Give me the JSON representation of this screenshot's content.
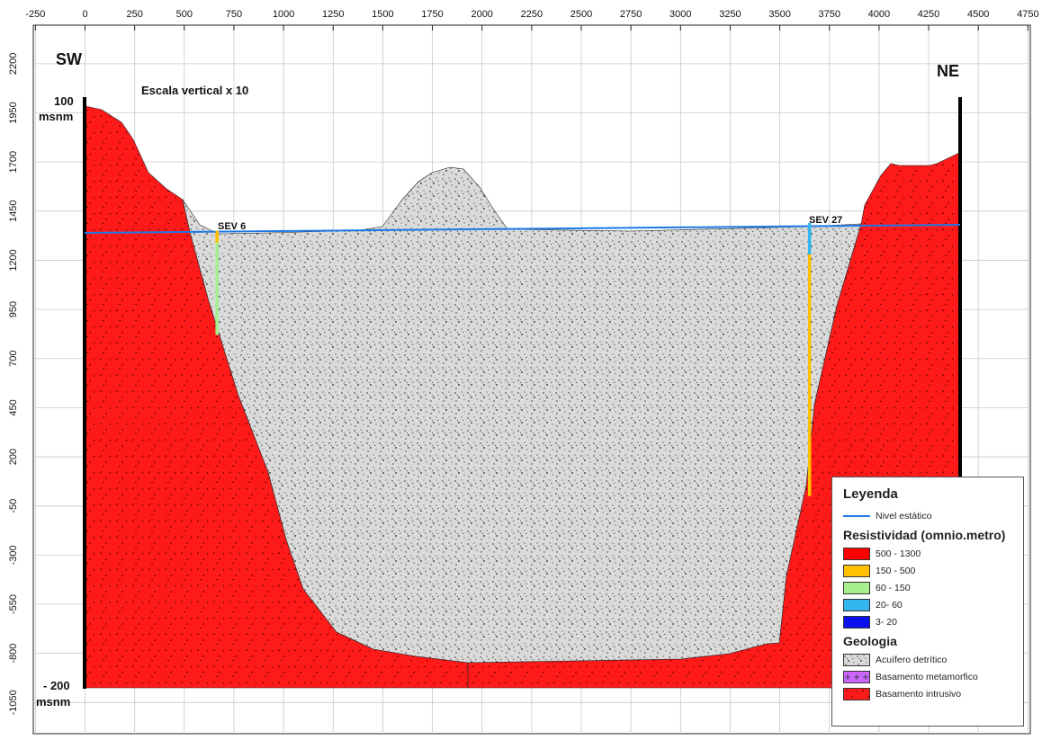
{
  "colors": {
    "basement": "#ff1a1a",
    "aquifer": "#dadada",
    "water_table": "#1e78e6",
    "grid": "#c8c8c8"
  },
  "axes": {
    "x_ticks": [
      "-250",
      "0",
      "250",
      "500",
      "750",
      "1000",
      "1250",
      "1500",
      "1750",
      "2000",
      "2250",
      "2500",
      "2750",
      "3000",
      "3250",
      "3500",
      "3750",
      "4000",
      "4250",
      "4500",
      "4750"
    ],
    "y_ticks": [
      "2200",
      "1950",
      "1700",
      "1450",
      "1200",
      "950",
      "700",
      "450",
      "200",
      "-50",
      "-300",
      "-550",
      "-800",
      "-1050"
    ]
  },
  "labels": {
    "sw": "SW",
    "ne": "NE",
    "top_value": "100",
    "top_unit": "msnm",
    "bottom_value": "- 200",
    "bottom_unit": "msnm",
    "scale_note": "Escala vertical x 10",
    "sev6": "SEV 6",
    "sev27": "SEV 27"
  },
  "sev_logs": [
    {
      "name": "SEV 6",
      "x": 665,
      "segments": [
        {
          "from": 1350,
          "to": 1290,
          "range": "150 - 500"
        },
        {
          "from": 1290,
          "to": 820,
          "range": "60 - 150"
        }
      ]
    },
    {
      "name": "SEV 27",
      "x": 3650,
      "segments": [
        {
          "from": 1390,
          "to": 1230,
          "range": "20- 60"
        },
        {
          "from": 1230,
          "to": 0,
          "range": "150 - 500"
        }
      ]
    }
  ],
  "legend": {
    "title": "Leyenda",
    "water_table": "Nivel estático",
    "resistivity_title": "Resistividad (omnio.metro)",
    "resistivity": [
      {
        "label": "500 - 1300",
        "color": "#ff0000"
      },
      {
        "label": "150 - 500",
        "color": "#ffc000"
      },
      {
        "label": "60 - 150",
        "color": "#a6ee8e"
      },
      {
        "label": "20- 60",
        "color": "#33b6ef"
      },
      {
        "label": "3- 20",
        "color": "#0a10ee"
      }
    ],
    "geology_title": "Geologia",
    "geology": [
      {
        "label": "Acuífero detrítico",
        "swatch": "aquifer"
      },
      {
        "label": "Basamento metamorfico",
        "swatch": "metamorphic"
      },
      {
        "label": "Basamento intrusivo",
        "swatch": "intrusive"
      }
    ]
  }
}
